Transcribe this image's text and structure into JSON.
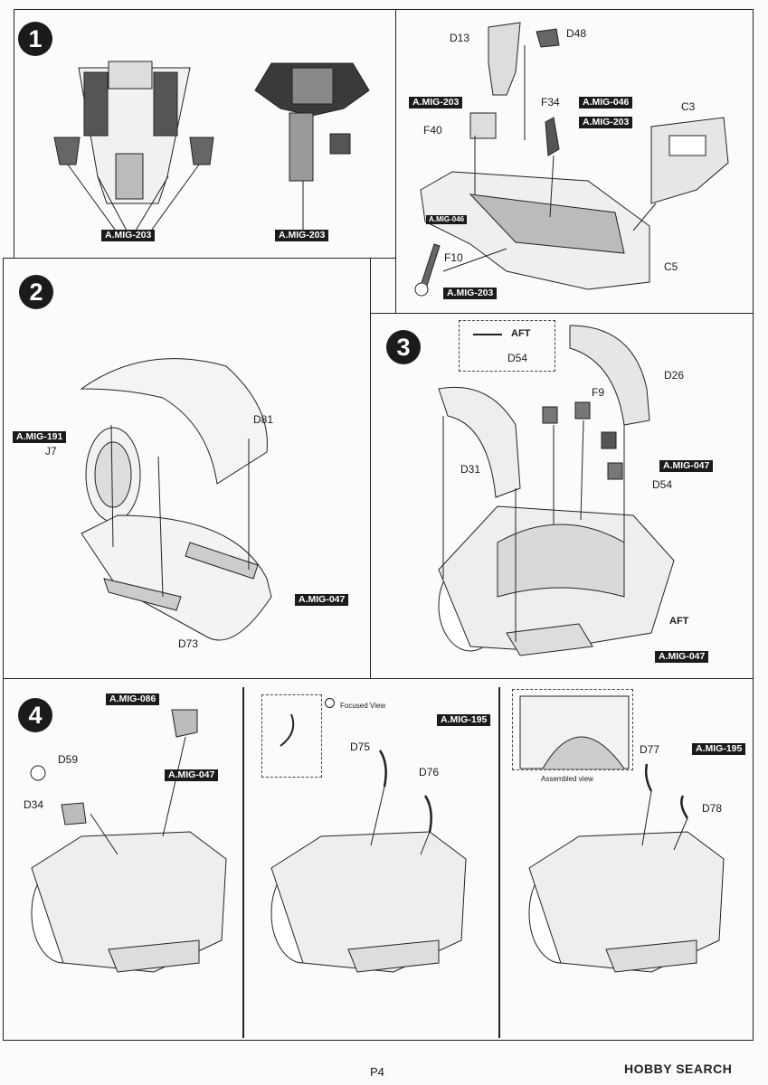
{
  "page_number": "P4",
  "watermark": {
    "prefix": "H",
    "middle": "BBY",
    "name": "HOBBY SEARCH",
    "text": "HOBBY SEARCH"
  },
  "steps": [
    {
      "num": "1"
    },
    {
      "num": "2"
    },
    {
      "num": "3"
    },
    {
      "num": "4"
    }
  ],
  "step1": {
    "tags": [
      "A.MIG-203",
      "A.MIG-203",
      "A.MIG-203",
      "A.MIG-046",
      "A.MIG-203",
      "A.MIG-046",
      "A.MIG-203"
    ],
    "parts": [
      "D13",
      "D48",
      "F40",
      "F34",
      "C3",
      "F10",
      "C5"
    ]
  },
  "step2": {
    "tags": [
      "A.MIG-191",
      "A.MIG-047"
    ],
    "parts": [
      "J7",
      "D81",
      "D73"
    ]
  },
  "step3": {
    "aft": "AFT",
    "aft2": "AFT",
    "parts": [
      "D54",
      "F9",
      "D26",
      "D31",
      "D54"
    ],
    "tags": [
      "A.MIG-047",
      "A.MIG-047"
    ]
  },
  "step4": {
    "tags": [
      "A.MIG-086",
      "A.MIG-047",
      "A.MIG-195",
      "A.MIG-195"
    ],
    "parts": [
      "D59",
      "D34",
      "D75",
      "D76",
      "D77",
      "D78"
    ],
    "focused_view": "Focused View",
    "assembled_view": "Assembled view"
  }
}
